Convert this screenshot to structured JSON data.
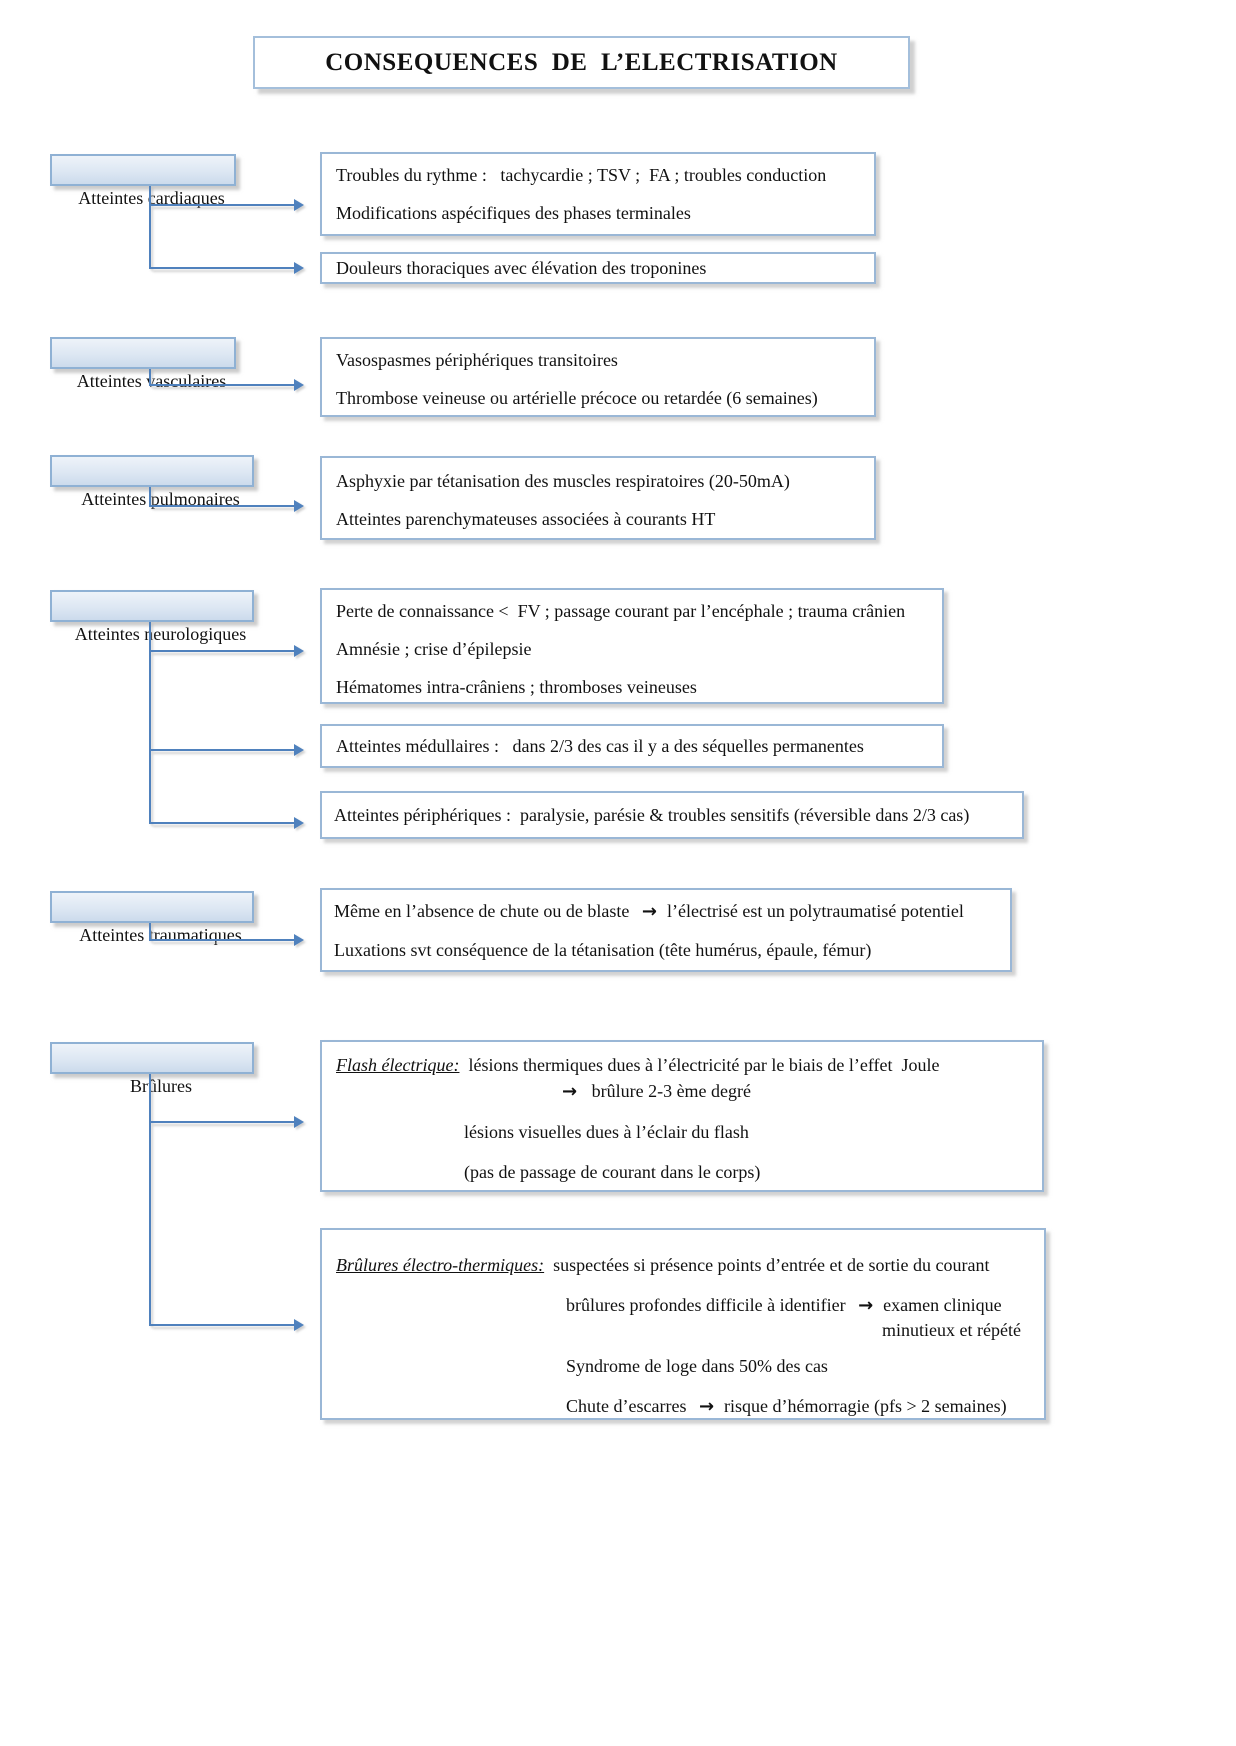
{
  "page": {
    "title": "CONSEQUENCES  DE  L’ELECTRISATION"
  },
  "colors": {
    "accent": "#4f81bd",
    "box_border": "#9ab7d6",
    "label_fill": "#dde7f3"
  },
  "sections": {
    "cardiac": {
      "label": "Atteintes cardiaques",
      "box1": {
        "line1": "Troubles du rythme :   tachycardie ; TSV ;  FA ; troubles conduction",
        "line2": "Modifications aspécifiques des phases terminales"
      },
      "box2": {
        "line1": "Douleurs thoraciques avec élévation des troponines"
      }
    },
    "vascular": {
      "label": "Atteintes vasculaires",
      "box1": {
        "line1": "Vasospasmes périphériques transitoires",
        "line2": "Thrombose veineuse ou artérielle précoce ou retardée (6 semaines)"
      }
    },
    "pulmonary": {
      "label": "Atteintes pulmonaires",
      "box1": {
        "line1": "Asphyxie par tétanisation des muscles respiratoires (20-50mA)",
        "line2": "Atteintes parenchymateuses associées à courants HT"
      }
    },
    "neurologic": {
      "label": "Atteintes neurologiques",
      "box1": {
        "line1": "Perte de connaissance <  FV ; passage courant par l’encéphale ; trauma crânien",
        "line2": "Amnésie ; crise d’épilepsie",
        "line3": "Hématomes intra-crâniens ; thromboses veineuses"
      },
      "box2": {
        "line1": "Atteintes médullaires :   dans 2/3 des cas il y a des séquelles permanentes"
      },
      "box3": {
        "line1": "Atteintes périphériques :  paralysie, parésie & troubles sensitifs (réversible dans 2/3 cas)"
      }
    },
    "traumatic": {
      "label": "Atteintes traumatiques",
      "box1": {
        "line1_before": "Même en l’absence de chute ou de blaste ",
        "line1_arrow": "→",
        "line1_after": "l’électrisé est un polytraumatisé potentiel",
        "line2": "Luxations svt conséquence de la tétanisation (tête humérus, épaule, fémur)"
      }
    },
    "burns": {
      "label": "Brûlures",
      "flash": {
        "heading": "Flash électrique:",
        "line1": "  lésions thermiques dues à l’électricité par le biais de l’effet  Joule",
        "line2_arrow": "→",
        "line2": " brûlure 2-3 ème degré",
        "line3": "lésions visuelles dues à l’éclair du flash",
        "line4": "(pas de passage de courant dans le corps)"
      },
      "electrothermal": {
        "heading": "Brûlures électro-thermiques:",
        "line1": "  suspectées si présence points d’entrée et de sortie du courant",
        "line2_before": "brûlures profondes difficile à identifier ",
        "line2_arrow": "→",
        "line2_after": "examen clinique",
        "line2_wrap": "minutieux et répété",
        "line3": "Syndrome de loge dans 50% des cas",
        "line4_before": "Chute d’escarres ",
        "line4_arrow": "→",
        "line4_after": "risque d’hémorragie (pfs > 2 semaines)"
      }
    }
  }
}
